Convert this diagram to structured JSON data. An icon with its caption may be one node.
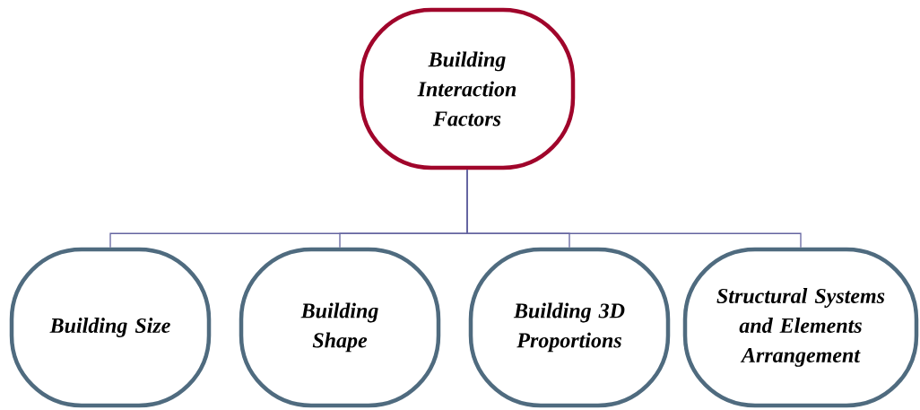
{
  "diagram": {
    "nodes": [
      {
        "text": [
          "Building Interaction Factors"
        ]
      },
      {
        "text": [
          "Building Size"
        ]
      },
      {
        "text": [
          "Building Shape"
        ]
      },
      {
        "text": [
          "Building 3D Proportions"
        ]
      },
      {
        "text": [
          "Structural Systems and Elements Arrangement"
        ]
      }
    ],
    "edges": [
      {
        "from": 0,
        "to": 1,
        "arrow": "none"
      },
      {
        "from": 0,
        "to": 2,
        "arrow": "none"
      },
      {
        "from": 0,
        "to": 3,
        "arrow": "none"
      },
      {
        "from": 0,
        "to": 4,
        "arrow": "none"
      }
    ]
  }
}
